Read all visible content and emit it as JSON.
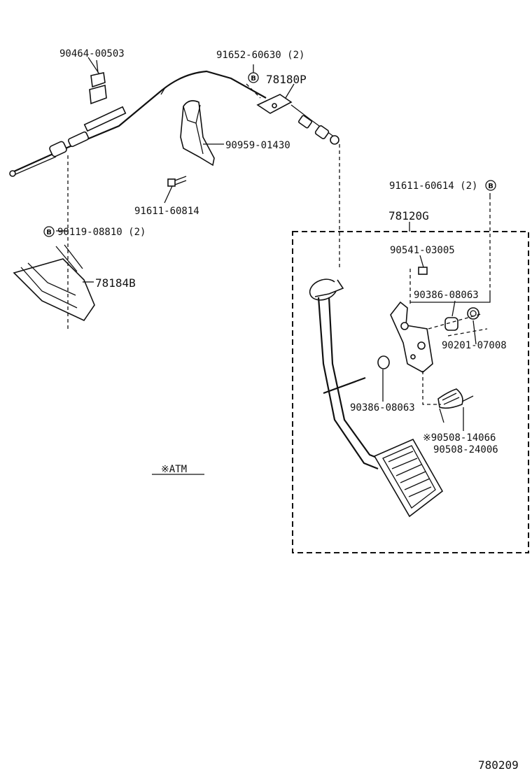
{
  "labels": {
    "p1": "90464-00503",
    "p2": "91652-60630 (2)",
    "p3": "78180P",
    "p4": "90959-01430",
    "p5": "91611-60814",
    "p6": "90119-08810 (2)",
    "p7": "78184B",
    "p8": "91611-60614 (2)",
    "p9": "78120G",
    "p10": "90541-03005",
    "p11": "90386-08063",
    "p12": "90201-07008",
    "p13": "90386-08063",
    "p14": "※90508-14066",
    "p15": "90508-24006",
    "note": "※ATM",
    "figure_number": "780209"
  },
  "markers": {
    "b": "B"
  }
}
